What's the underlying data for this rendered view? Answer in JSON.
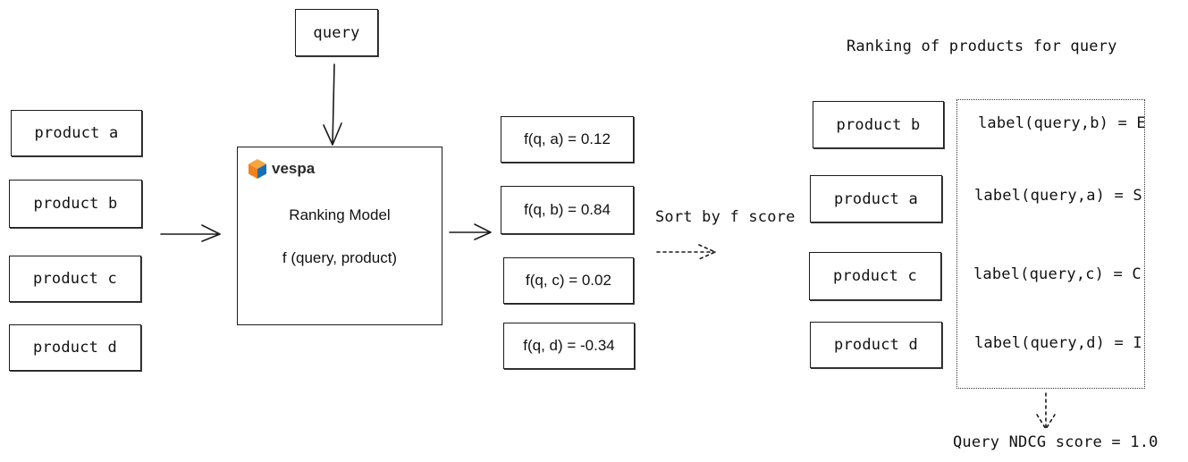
{
  "query_label": "query",
  "input_products": [
    "product a",
    "product b",
    "product c",
    "product d"
  ],
  "model": {
    "logo_text": "vespa",
    "title": "Ranking Model",
    "function": "f (query, product)",
    "logo_colors": {
      "top": "#f2a541",
      "left": "#f2811d",
      "right": "#1a6fb0"
    }
  },
  "scores": [
    "f(q, a) = 0.12",
    "f(q, b) = 0.84",
    "f(q, c) = 0.02",
    "f(q, d) = -0.34"
  ],
  "sort_label": "Sort by f score",
  "ranking": {
    "title": "Ranking of products for query",
    "products": [
      "product b",
      "product a",
      "product c",
      "product d"
    ],
    "labels": [
      "label(query,b) = E",
      "label(query,a) = S",
      "label(query,c) = C",
      "label(query,d) = I"
    ]
  },
  "ndcg_label": "Query NDCG score = 1.0"
}
